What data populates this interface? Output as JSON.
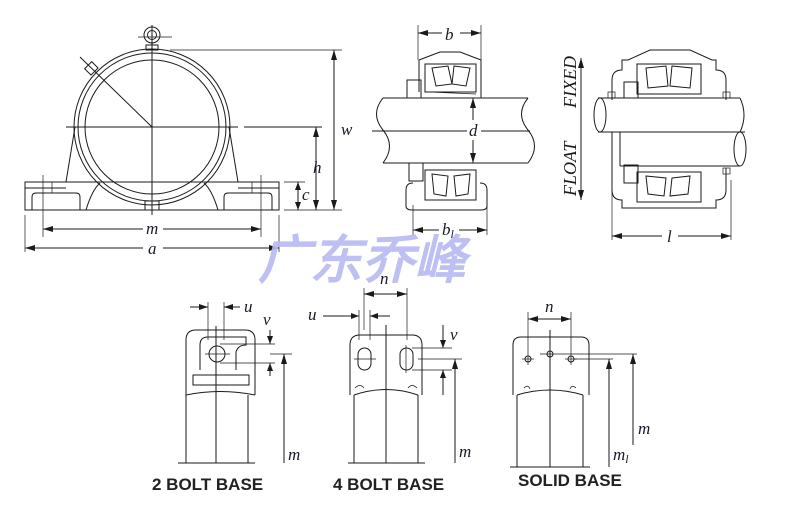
{
  "diagram": {
    "title": "Split plummer block housing dimension drawing",
    "watermark": "广东乔峰",
    "colors": {
      "line": "#1a1a1a",
      "watermark": "#b7b9f2",
      "label": "#222222"
    },
    "front_view": {
      "dimensions": {
        "w": "w",
        "h": "h",
        "c": "c",
        "m": "m",
        "a": "a"
      }
    },
    "section_view": {
      "dimensions": {
        "b": "b",
        "d": "d",
        "b1": "b",
        "b1_sub": "l"
      }
    },
    "fixed_float_view": {
      "fixed_label": "FIXED",
      "float_label": "FLOAT",
      "dimensions": {
        "l": "l"
      }
    },
    "bases": [
      {
        "label": "2 BOLT BASE",
        "dims": {
          "u": "u",
          "v": "v",
          "m": "m"
        }
      },
      {
        "label": "4 BOLT BASE",
        "dims": {
          "n": "n",
          "u": "u",
          "v": "v",
          "m": "m"
        }
      },
      {
        "label": "SOLID BASE",
        "dims": {
          "n": "n",
          "m": "m",
          "m1": "m",
          "m1_sub": "l"
        }
      }
    ]
  }
}
